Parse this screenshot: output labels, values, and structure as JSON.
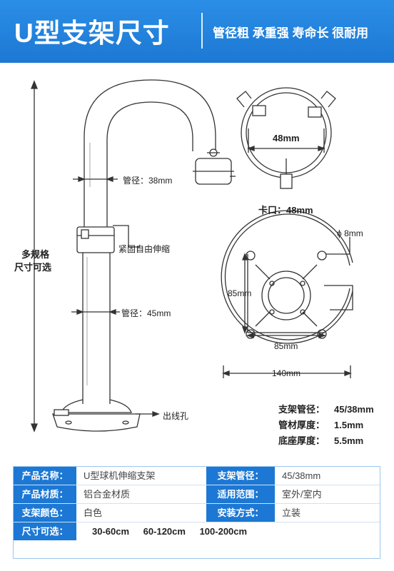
{
  "header": {
    "title": "U型支架尺寸",
    "slogan": "管径粗 承重强 寿命长 很耐用"
  },
  "labels": {
    "pipe_top": "管径：38mm",
    "pipe_bottom": "管径：45mm",
    "clamp": "紧固自由伸缩",
    "outlet": "出线孔",
    "multi_size_1": "多规格",
    "multi_size_2": "尺寸可选",
    "ring_width": "48mm",
    "ring_caption": "卡口：48mm",
    "hole": "8mm",
    "hole_symbol": "ϕ",
    "base_v": "85mm",
    "base_h": "85mm",
    "base_diameter": "140mm"
  },
  "specs": [
    {
      "key": "支架管径：",
      "value": "45/38mm"
    },
    {
      "key": "管材厚度：",
      "value": "1.5mm"
    },
    {
      "key": "底座厚度：",
      "value": "5.5mm"
    }
  ],
  "table": {
    "rows": [
      {
        "k1": "产品名称：",
        "v1": "U型球机伸缩支架",
        "k2": "支架管径：",
        "v2": "45/38mm"
      },
      {
        "k1": "产品材质：",
        "v1": "铝合金材质",
        "k2": "适用范围：",
        "v2": "室外/室内"
      },
      {
        "k1": "支架颜色：",
        "v1": "白色",
        "k2": "安装方式：",
        "v2": "立装"
      }
    ],
    "size_key": "尺寸可选：",
    "sizes": [
      "30-60cm",
      "60-120cm",
      "100-200cm"
    ]
  },
  "colors": {
    "brand_blue": "#1c78d4",
    "line": "#333333"
  }
}
